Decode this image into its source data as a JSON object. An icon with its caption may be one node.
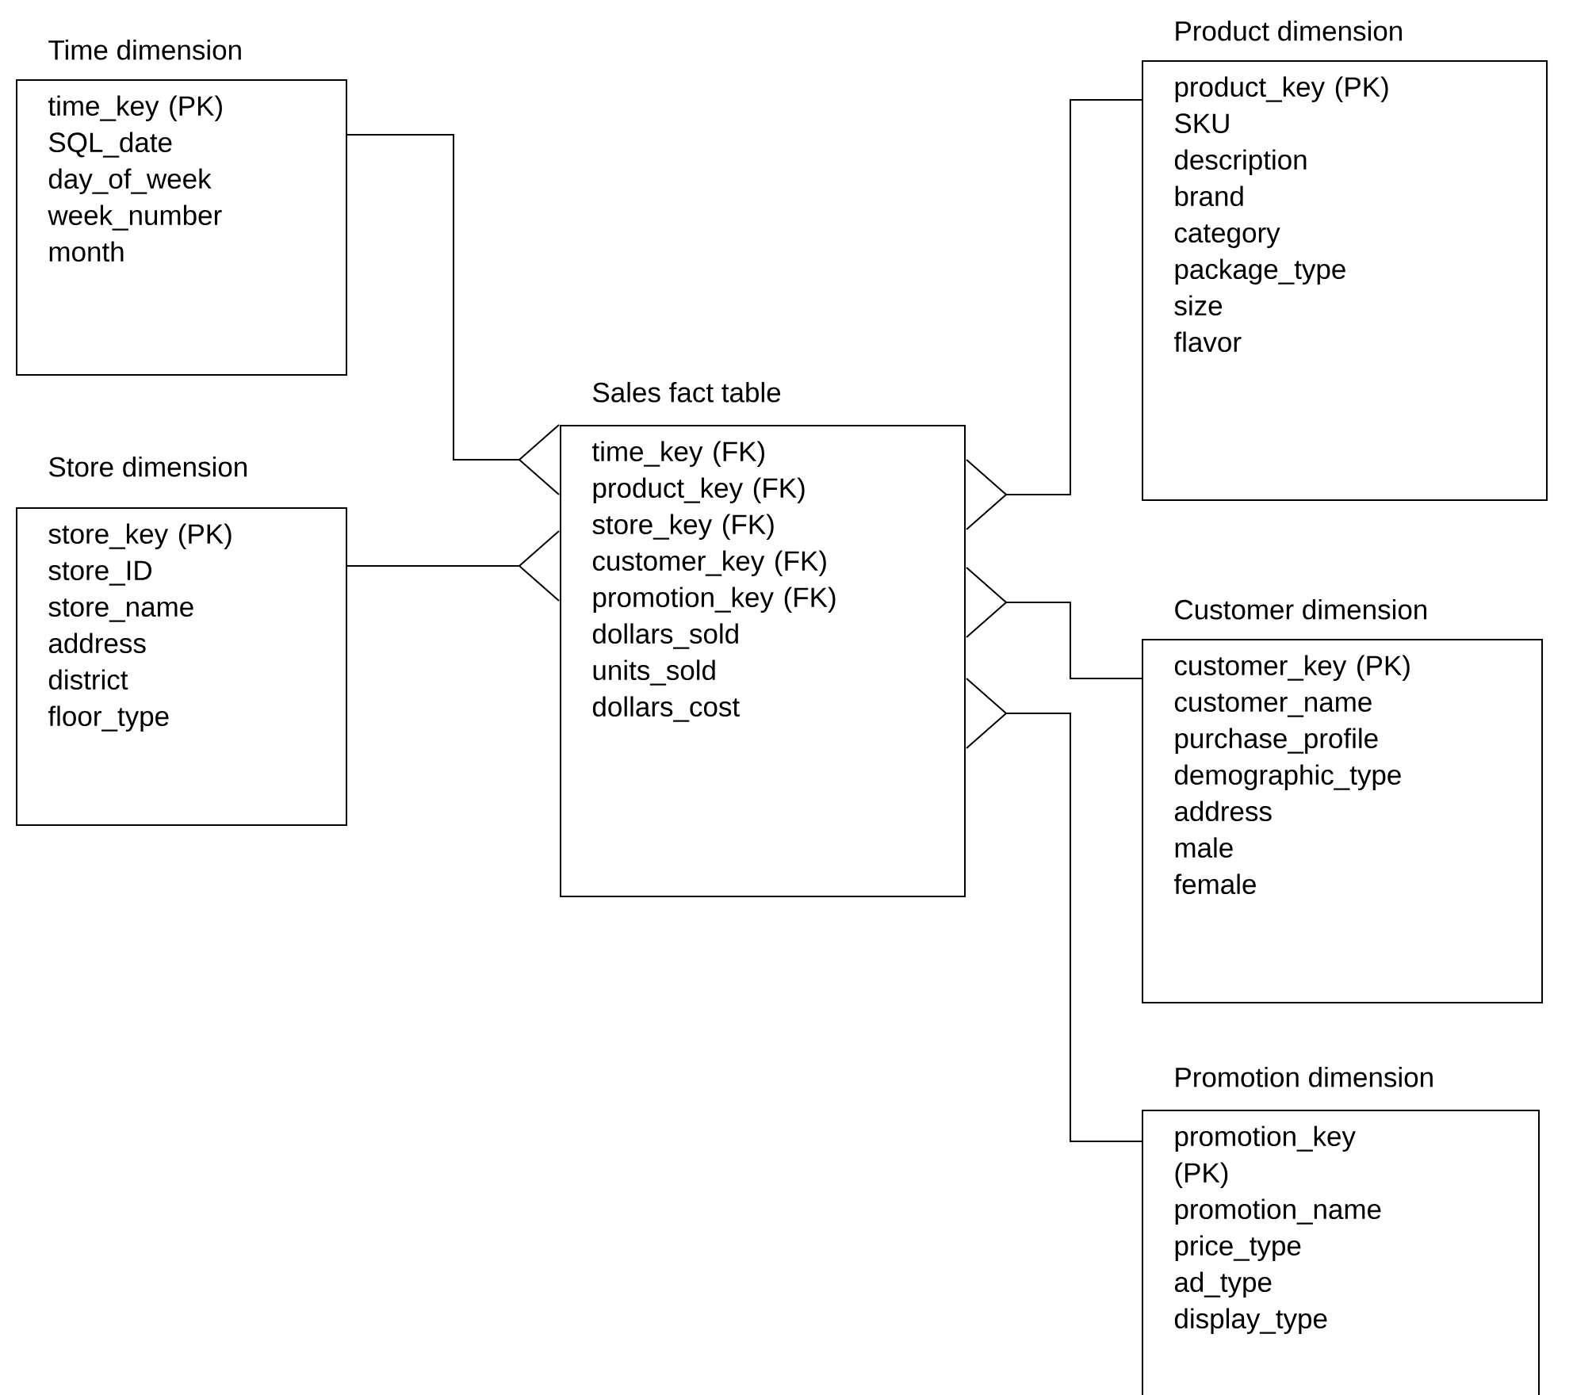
{
  "diagram": {
    "nodes": [
      {
        "text": [
          "Time dimension",
          "time_key (PK)",
          "SQL_date",
          "day_of_week",
          "week_number",
          "month"
        ]
      },
      {
        "text": [
          "Product dimension",
          "product_key (PK)",
          "SKU",
          "description",
          "brand",
          "category",
          "package_type",
          "size",
          "flavor"
        ]
      },
      {
        "text": [
          "Sales fact table",
          "time_key (FK)",
          "product_key (FK)",
          "store_key (FK)",
          "customer_key (FK)",
          "promotion_key (FK)",
          "dollars_sold",
          "units_sold",
          "dollars_cost"
        ]
      },
      {
        "text": [
          "Store dimension",
          "store_key (PK)",
          "store_ID",
          "store_name",
          "address",
          "district",
          "floor_type"
        ]
      },
      {
        "text": [
          "Customer dimension",
          "customer_key (PK)",
          "customer_name",
          "purchase_profile",
          "demographic_type",
          "address",
          "male",
          "female"
        ]
      },
      {
        "text": [
          "Promotion dimension",
          "promotion_key (PK)",
          "promotion_name",
          "price_type",
          "ad_type",
          "display_type"
        ]
      }
    ],
    "edges": [
      {
        "from": 0,
        "to": 2,
        "arrow": "other"
      },
      {
        "from": 3,
        "to": 2,
        "arrow": "other"
      },
      {
        "from": 1,
        "to": 2,
        "arrow": "other"
      },
      {
        "from": 4,
        "to": 2,
        "arrow": "other"
      },
      {
        "from": 5,
        "to": 2,
        "arrow": "other"
      }
    ]
  }
}
